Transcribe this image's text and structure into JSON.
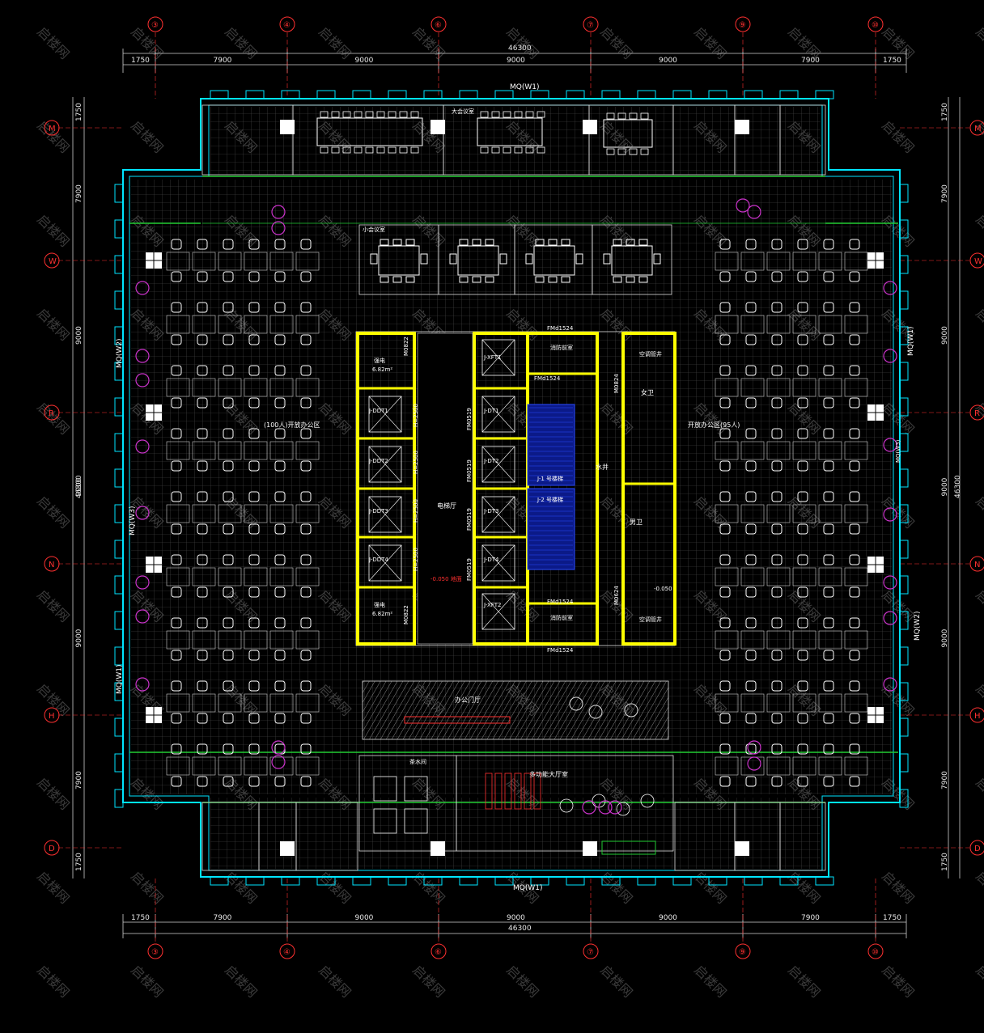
{
  "colors": {
    "background": "#000000",
    "wall": "#00e5ff",
    "core": "#ffff00",
    "axis": "#ff3030",
    "grid": "#6a6a6a",
    "stair": "#2a4bff",
    "green": "#22cc33",
    "magenta": "#cc33cc"
  },
  "axes": {
    "columns": [
      "③",
      "④",
      "⑥",
      "⑦",
      "⑨",
      "⑩"
    ],
    "rows": [
      "M",
      "W",
      "R",
      "N",
      "H",
      "D"
    ]
  },
  "dims": {
    "top_total": "46300",
    "top_segments": [
      "1750",
      "7900",
      "9000",
      "9000",
      "9000",
      "7900",
      "1750"
    ],
    "bottom_total": "46300",
    "bottom_segments": [
      "1750",
      "7900",
      "9000",
      "9000",
      "9000",
      "7900",
      "1750"
    ],
    "left_segments": [
      "1750",
      "7900",
      "9000",
      "9000",
      "9000",
      "7900",
      "1750"
    ],
    "left_total": "46300",
    "right_segments": [
      "1750",
      "7900",
      "9000",
      "9000",
      "9000",
      "7900",
      "1750"
    ],
    "right_total": "46300"
  },
  "curtain_walls": {
    "top": "MQ(W1)",
    "bottom": "MQ(W1)",
    "left_upper": "MQ(W2)",
    "left_mid": "MQ(W3)",
    "left_lower": "MQ(W1)",
    "right_upper": "MQ(W1)",
    "right_lower": "MQ(W2)",
    "right_mid": "MQ(W3)"
  },
  "rooms": {
    "left_open_office": "(100人)开放办公区",
    "right_open_office": "开放办公区(95人)",
    "elevator_hall": "电梯厅",
    "reception_hall": "办公门厅",
    "water_well": "水井",
    "male_wc": "男卫",
    "female_wc": "女卫",
    "ac_shaft_top": "空调管井",
    "ac_shaft_bottom": "空调管井",
    "fire_room_top": "消防前室",
    "fire_room_bottom": "消防前室",
    "electric_top": "强电",
    "electric_bottom": "强电",
    "electric_area_top": "6.82m²",
    "electric_area_bottom": "6.82m²",
    "stair1": "J-1 号楼梯",
    "stair2": "J-2 号楼梯",
    "multi_function": "多功能大厅室",
    "tea_room": "茶水间",
    "meeting_small": "小会议室",
    "meeting_large": "大会议室",
    "lift_labels": [
      "J-DDT1",
      "J-DDT2",
      "J-DDT3",
      "J-DDT4"
    ],
    "lift_labels_right": [
      "J-DT1",
      "J-DT2",
      "J-DT3",
      "J-DT4"
    ],
    "fire_lift_top": "J-XFT1",
    "fire_lift_bottom": "J-XFT2",
    "lift_height": [
      "H=2500",
      "H=2500",
      "H=2500",
      "H=2500"
    ],
    "door_codes": [
      "FMd1524",
      "FMd1524",
      "FMd1524",
      "FMd1524",
      "M0824",
      "M0624",
      "FM0519",
      "FM0519",
      "FM0519",
      "FM0519",
      "M0822",
      "M0822"
    ],
    "level_note": "-0.050",
    "fire_note": "-0.050 地面"
  },
  "watermark": "启楼网"
}
